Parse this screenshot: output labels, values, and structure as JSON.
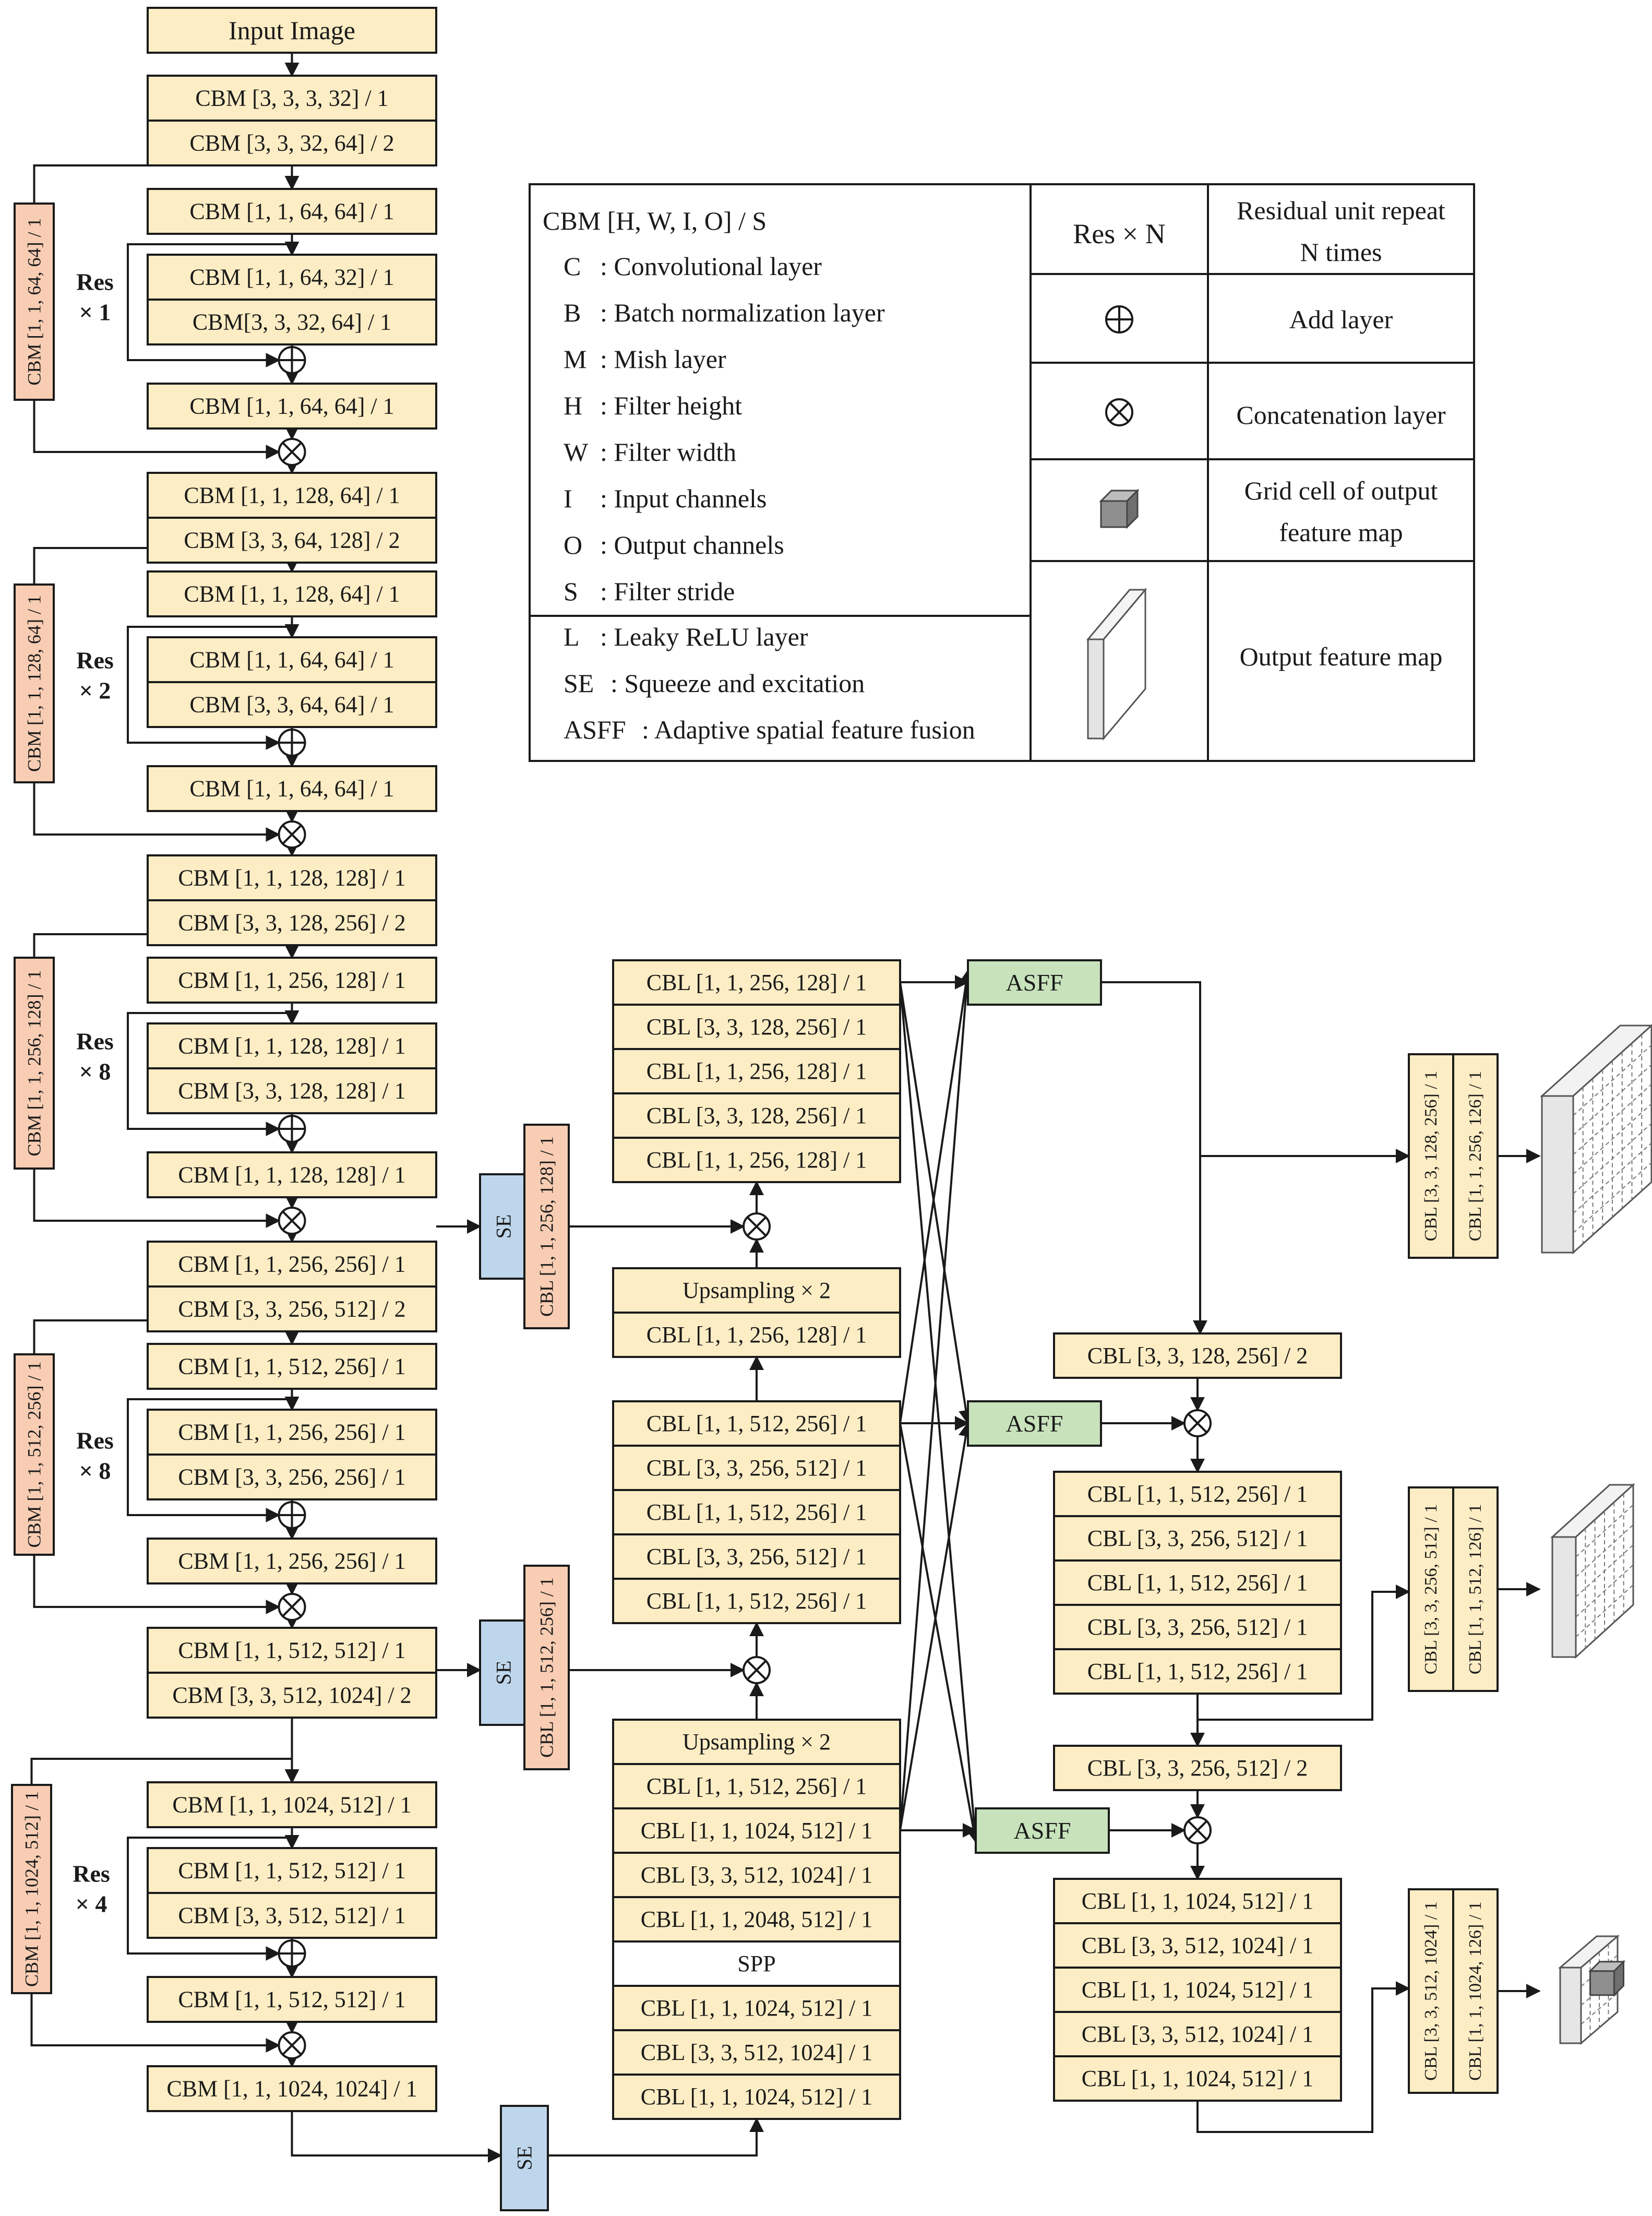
{
  "colors": {
    "block": "#fdedc4",
    "res_side": "#f8cdb3",
    "se": "#bed6ec",
    "asff": "#c8e3bc",
    "stroke": "#1a1a1a"
  },
  "backbone": {
    "input": "Input Image",
    "stage0": [
      "CBM [3, 3, 3, 32] / 1",
      "CBM [3, 3, 32, 64] / 2"
    ],
    "res1": {
      "side": "CBM [1, 1, 64, 64] / 1",
      "label": "Res",
      "repeat": "× 1",
      "pre": "CBM [1, 1, 64, 64] / 1",
      "unit": [
        "CBM [1, 1, 64, 32] / 1",
        "CBM[3, 3, 32, 64] / 1"
      ],
      "post": "CBM [1, 1, 64, 64] / 1",
      "next": [
        "CBM [1, 1, 128, 64] / 1",
        "CBM [3, 3, 64, 128] / 2"
      ]
    },
    "res2": {
      "side": "CBM [1, 1, 128, 64] / 1",
      "label": "Res",
      "repeat": "× 2",
      "pre": "CBM [1, 1, 128, 64] / 1",
      "unit": [
        "CBM [1, 1, 64, 64] / 1",
        "CBM [3, 3, 64, 64] / 1"
      ],
      "post": "CBM [1, 1, 64, 64] / 1",
      "next": [
        "CBM [1, 1, 128, 128] / 1",
        "CBM [3, 3, 128, 256] / 2"
      ]
    },
    "res3": {
      "side": "CBM [1, 1, 256, 128] / 1",
      "label": "Res",
      "repeat": "× 8",
      "pre": "CBM [1, 1, 256, 128] / 1",
      "unit": [
        "CBM [1, 1, 128, 128] / 1",
        "CBM [3, 3, 128, 128] / 1"
      ],
      "post": "CBM [1, 1, 128, 128] / 1",
      "next": [
        "CBM [1, 1, 256, 256] / 1",
        "CBM [3, 3, 256, 512] / 2"
      ]
    },
    "res4": {
      "side": "CBM [1, 1, 512, 256] / 1",
      "label": "Res",
      "repeat": "× 8",
      "pre": "CBM [1, 1, 512, 256] / 1",
      "unit": [
        "CBM [1, 1, 256, 256] / 1",
        "CBM [3, 3, 256, 256] / 1"
      ],
      "post": "CBM [1, 1, 256, 256] / 1",
      "next": [
        "CBM [1, 1, 512, 512] / 1",
        "CBM [3, 3, 512, 1024] / 2"
      ]
    },
    "res5": {
      "side": "CBM [1, 1, 1024, 512] / 1",
      "label": "Res",
      "repeat": "× 4",
      "pre": "CBM [1, 1, 1024, 512] / 1",
      "unit": [
        "CBM [1, 1, 512, 512] / 1",
        "CBM [3, 3, 512, 512] / 1"
      ],
      "post": "CBM [1, 1, 512, 512] / 1",
      "next": [
        "CBM [1, 1, 1024, 1024] / 1"
      ]
    }
  },
  "se_label": "SE",
  "se_branch": {
    "b1": "CBL [1, 1, 256, 128] / 1",
    "b2": "CBL [1, 1, 512, 256] / 1"
  },
  "neck": {
    "top": [
      "CBL [1, 1, 256, 128] / 1",
      "CBL [3, 3, 128, 256] / 1",
      "CBL [1, 1, 256, 128] / 1",
      "CBL [3, 3, 128, 256] / 1",
      "CBL [1, 1, 256, 128] / 1"
    ],
    "up1": [
      "Upsampling × 2",
      "CBL [1, 1, 256, 128] / 1"
    ],
    "mid": [
      "CBL [1, 1, 512, 256] / 1",
      "CBL [3, 3, 256, 512] / 1",
      "CBL [1, 1, 512, 256] / 1",
      "CBL [3, 3, 256, 512] / 1",
      "CBL [1, 1, 512, 256] / 1"
    ],
    "up2": [
      "Upsampling × 2",
      "CBL [1, 1, 512, 256] / 1",
      "CBL [1, 1, 1024, 512] / 1",
      "CBL [3, 3, 512, 1024] / 1",
      "CBL [1, 1, 2048, 512] / 1"
    ],
    "spp": "SPP",
    "bottom": [
      "CBL [1, 1, 1024, 512] / 1",
      "CBL [3, 3, 512, 1024] / 1",
      "CBL [1, 1, 1024, 512] / 1"
    ]
  },
  "asff_label": "ASFF",
  "head": {
    "down1": "CBL [3, 3, 128, 256] / 2",
    "mid": [
      "CBL [1, 1, 512, 256] / 1",
      "CBL [3, 3, 256, 512] / 1",
      "CBL [1, 1, 512, 256] / 1",
      "CBL [3, 3, 256, 512] / 1",
      "CBL [1, 1, 512, 256] / 1"
    ],
    "down2": "CBL [3, 3, 256, 512] / 2",
    "bottom": [
      "CBL [1, 1, 1024, 512] / 1",
      "CBL [3, 3, 512, 1024] / 1",
      "CBL [1, 1, 1024, 512] / 1",
      "CBL [3, 3, 512, 1024] / 1",
      "CBL [1, 1, 1024, 512] / 1"
    ],
    "out1": [
      "CBL [3, 3, 128, 256] / 1",
      "CBL [1, 1, 256, 126] / 1"
    ],
    "out2": [
      "CBL [3, 3, 256, 512] / 1",
      "CBL [1, 1, 512, 126] / 1"
    ],
    "out3": [
      "CBL [3, 3, 512, 1024] / 1",
      "CBL [1, 1, 1024, 126] / 1"
    ]
  },
  "legend": {
    "title": "CBM [H, W, I, O] / S",
    "items": [
      [
        "C",
        ": Convolutional layer"
      ],
      [
        "B",
        ": Batch normalization layer"
      ],
      [
        "M",
        ": Mish layer"
      ],
      [
        "H",
        ": Filter height"
      ],
      [
        "W",
        ": Filter width"
      ],
      [
        "I",
        ": Input channels"
      ],
      [
        "O",
        ": Output channels"
      ],
      [
        "S",
        ": Filter stride"
      ]
    ],
    "items2": [
      [
        "L",
        ": Leaky ReLU layer"
      ],
      [
        "SE",
        ": Squeeze and excitation"
      ],
      [
        "ASFF",
        ": Adaptive spatial feature fusion"
      ]
    ],
    "res_symbol": "Res × N",
    "res_desc": [
      "Residual unit repeat",
      "N times"
    ],
    "add_desc": "Add layer",
    "concat_desc": "Concatenation layer",
    "grid_desc": [
      "Grid cell of output",
      "feature map"
    ],
    "fmap_desc": "Output feature map"
  }
}
